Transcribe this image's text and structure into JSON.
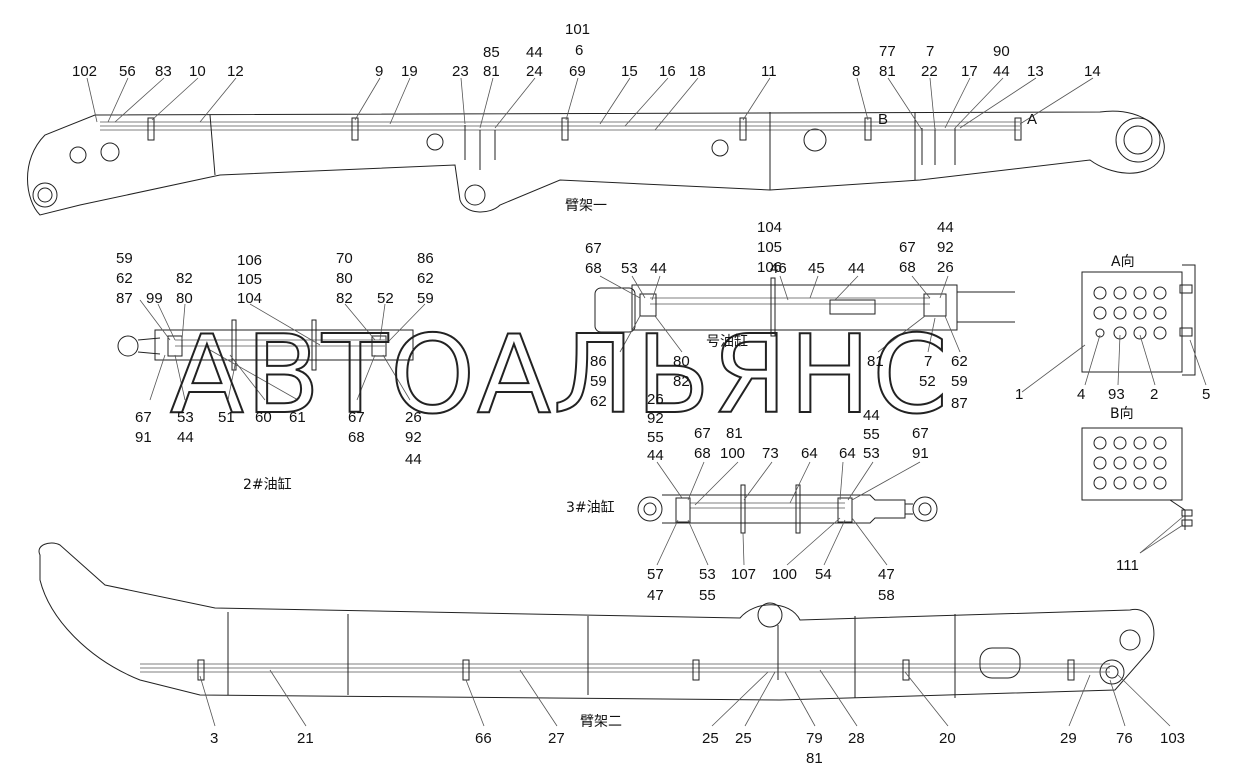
{
  "captions": {
    "arm1": "臂架一",
    "arm2": "臂架二",
    "cyl1": "号油缸",
    "cyl2": "2#油缸",
    "cyl3": "3#油缸",
    "viewA": "A向",
    "viewB": "B向",
    "markA": "A",
    "markB": "B"
  },
  "watermark": "АВТОАЛЬЯНС",
  "labels": {
    "arm1": [
      "102",
      "56",
      "83",
      "10",
      "12",
      "9",
      "19",
      "23",
      "85",
      "81",
      "44",
      "24",
      "101",
      "6",
      "69",
      "15",
      "16",
      "18",
      "11",
      "8",
      "77",
      "81",
      "7",
      "22",
      "17",
      "90",
      "44",
      "13",
      "14"
    ],
    "cyl2": [
      "59",
      "62",
      "87",
      "99",
      "82",
      "80",
      "106",
      "105",
      "104",
      "70",
      "80",
      "82",
      "52",
      "86",
      "62",
      "59",
      "67",
      "91",
      "53",
      "44",
      "51",
      "60",
      "61",
      "67",
      "68",
      "26",
      "92",
      "44"
    ],
    "cyl1": [
      "67",
      "68",
      "53",
      "44",
      "104",
      "105",
      "106",
      "46",
      "45",
      "44",
      "44",
      "92",
      "26",
      "67",
      "68",
      "86",
      "59",
      "62",
      "80",
      "82",
      "81",
      "7",
      "52",
      "62",
      "59",
      "87"
    ],
    "viewA": [
      "1",
      "4",
      "93",
      "2",
      "5"
    ],
    "cyl3": [
      "26",
      "92",
      "55",
      "44",
      "67",
      "68",
      "81",
      "100",
      "73",
      "64",
      "64",
      "44",
      "55",
      "53",
      "67",
      "91",
      "57",
      "47",
      "53",
      "55",
      "107",
      "100",
      "54",
      "47",
      "58"
    ],
    "viewB": [
      "111"
    ],
    "arm2": [
      "3",
      "21",
      "66",
      "27",
      "25",
      "25",
      "79",
      "81",
      "28",
      "20",
      "29",
      "76",
      "103"
    ]
  }
}
